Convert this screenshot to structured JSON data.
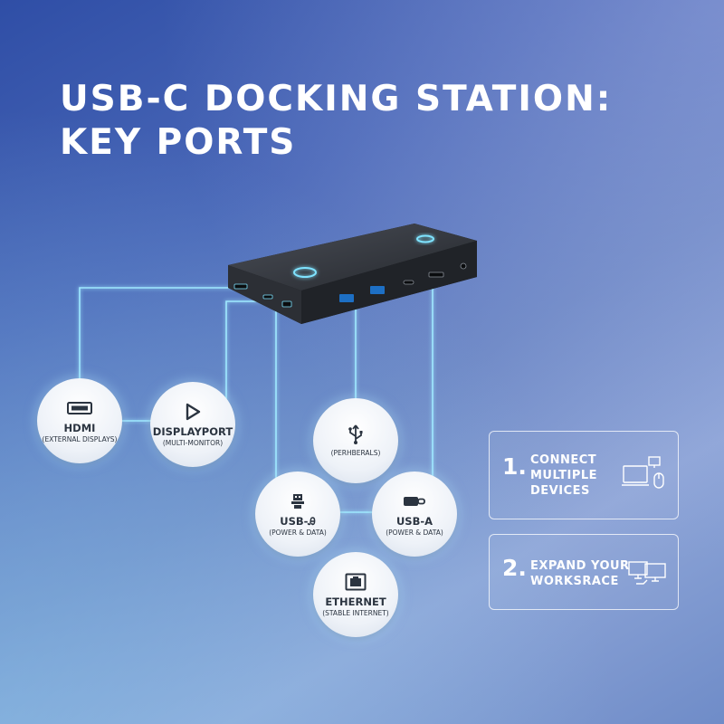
{
  "title": {
    "line1": "USB-C DOCKING STATION:",
    "line2": "KEY PORTS"
  },
  "ports": [
    {
      "id": "hdmi",
      "name": "HDMI",
      "desc": "(EXTERNAL DISPLAYS)",
      "icon": "hdmi-icon"
    },
    {
      "id": "displayport",
      "name": "DISPLAYPORT",
      "desc": "(MULTI-MONITOR)",
      "icon": "displayport-icon"
    },
    {
      "id": "usb",
      "name": "",
      "desc": "(PERHBERALS)",
      "icon": "usb-icon"
    },
    {
      "id": "usba-left",
      "name": "USB-Ꭿ",
      "desc": "(POWER & DATA)",
      "icon": "usb-a-icon"
    },
    {
      "id": "usba-right",
      "name": "USB-A",
      "desc": "(POWER & DATA)",
      "icon": "usb-c-plug-icon"
    },
    {
      "id": "ethernet",
      "name": "ETHERNET",
      "desc": "(STABLE INTERNET)",
      "icon": "ethernet-icon"
    }
  ],
  "cards": [
    {
      "number": "1.",
      "lines": [
        "CONNECT",
        "MULTIPLE",
        "DEVICES"
      ],
      "icon": "laptop-mouse-icon"
    },
    {
      "number": "2.",
      "lines": [
        "EXPAND YOUR",
        "WORKSRACE"
      ],
      "icon": "dual-monitor-icon"
    }
  ],
  "colors": {
    "accent_glow": "#7fe3ff",
    "wire": "#9fe9ff",
    "device_body": "#2a2d33",
    "node_fill": "#f4f6fa"
  }
}
